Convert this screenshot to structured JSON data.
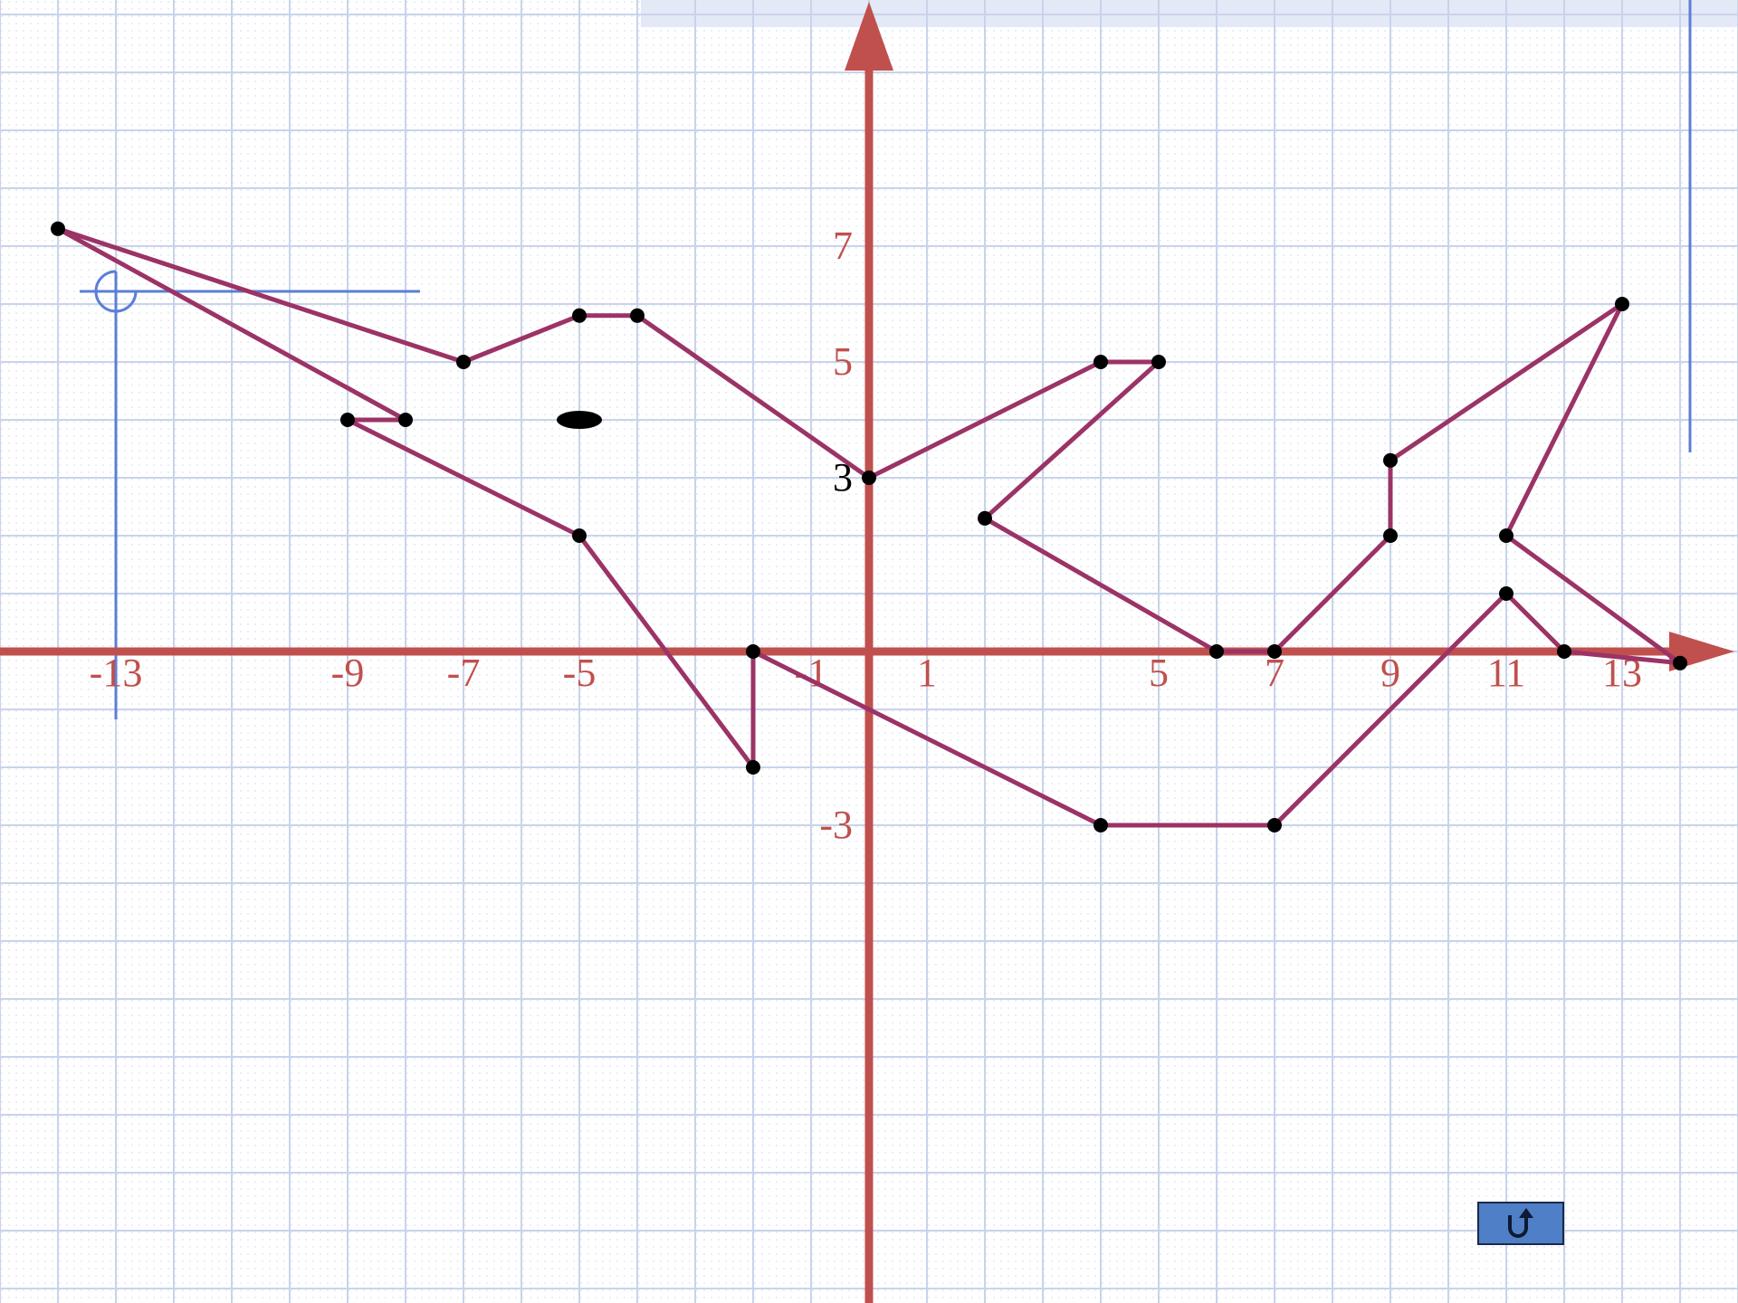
{
  "slide": {
    "colors": {
      "background": "#ffffff",
      "grid": "#c9d3ea",
      "grid_dot": "#dbe2f2",
      "top_band": "#e3e9f7",
      "axis": "#c0504d",
      "polyline": "#9b3366",
      "point": "#000000",
      "decoration_lines": "#5b7fd6",
      "label_default": "#c0504d",
      "label_highlight": "#000000",
      "button_fill": "#4f7fc6",
      "button_border": "#1a2a4a"
    },
    "x_tick_labels": [
      {
        "value": -13,
        "text": "-13"
      },
      {
        "value": -9,
        "text": "-9"
      },
      {
        "value": -7,
        "text": "-7"
      },
      {
        "value": -5,
        "text": "-5"
      },
      {
        "value": -1,
        "text": "-1"
      },
      {
        "value": 1,
        "text": "1"
      },
      {
        "value": 5,
        "text": "5"
      },
      {
        "value": 7,
        "text": "7"
      },
      {
        "value": 9,
        "text": "9"
      },
      {
        "value": 11,
        "text": "11"
      },
      {
        "value": 13,
        "text": "13"
      }
    ],
    "y_tick_labels": [
      {
        "value": 7,
        "text": "7"
      },
      {
        "value": 5,
        "text": "5"
      },
      {
        "value": 3,
        "text": "3",
        "highlight": true
      },
      {
        "value": -3,
        "text": "-3"
      }
    ],
    "points": [
      [
        -14,
        7.3
      ],
      [
        -7,
        5
      ],
      [
        -5,
        5.8
      ],
      [
        -4,
        5.8
      ],
      [
        0,
        3
      ],
      [
        4,
        5
      ],
      [
        5,
        5
      ],
      [
        2,
        2.3
      ],
      [
        6,
        0
      ],
      [
        7,
        0
      ],
      [
        9,
        2
      ],
      [
        9,
        3.3
      ],
      [
        13,
        6
      ],
      [
        11,
        2
      ],
      [
        11,
        1
      ],
      [
        12,
        0
      ],
      [
        14,
        -0.2
      ],
      [
        -9,
        4
      ],
      [
        -8,
        4
      ],
      [
        -5,
        2
      ],
      [
        -2,
        0
      ],
      [
        -2,
        -2
      ],
      [
        4,
        -3
      ],
      [
        7,
        -3
      ]
    ],
    "segments": [
      [
        [
          -14,
          7.3
        ],
        [
          -7,
          5
        ]
      ],
      [
        [
          -7,
          5
        ],
        [
          -5,
          5.8
        ]
      ],
      [
        [
          -5,
          5.8
        ],
        [
          -4,
          5.8
        ]
      ],
      [
        [
          -4,
          5.8
        ],
        [
          0,
          3
        ]
      ],
      [
        [
          0,
          3
        ],
        [
          4,
          5
        ]
      ],
      [
        [
          4,
          5
        ],
        [
          5,
          5
        ]
      ],
      [
        [
          5,
          5
        ],
        [
          2,
          2.3
        ]
      ],
      [
        [
          2,
          2.3
        ],
        [
          6,
          0
        ]
      ],
      [
        [
          6,
          0
        ],
        [
          7,
          0
        ]
      ],
      [
        [
          7,
          0
        ],
        [
          9,
          2
        ]
      ],
      [
        [
          9,
          2
        ],
        [
          9,
          3.3
        ]
      ],
      [
        [
          9,
          3.3
        ],
        [
          13,
          6
        ]
      ],
      [
        [
          13,
          6
        ],
        [
          11,
          2
        ]
      ],
      [
        [
          11,
          2
        ],
        [
          14,
          -0.2
        ]
      ],
      [
        [
          14,
          -0.2
        ],
        [
          12,
          0
        ]
      ],
      [
        [
          12,
          0
        ],
        [
          11,
          1
        ]
      ],
      [
        [
          11,
          1
        ],
        [
          7,
          -3
        ]
      ],
      [
        [
          7,
          -3
        ],
        [
          4,
          -3
        ]
      ],
      [
        [
          4,
          -3
        ],
        [
          -2,
          0
        ]
      ],
      [
        [
          -2,
          0
        ],
        [
          -2,
          -2
        ]
      ],
      [
        [
          -2,
          -2
        ],
        [
          -5,
          2
        ]
      ],
      [
        [
          -5,
          2
        ],
        [
          -9,
          4
        ]
      ],
      [
        [
          -9,
          4
        ],
        [
          -8,
          4
        ]
      ],
      [
        [
          -8,
          4
        ],
        [
          -14,
          7.3
        ]
      ]
    ],
    "eye": [
      -5,
      4
    ],
    "return_button_icon": "return-arrow-icon"
  }
}
